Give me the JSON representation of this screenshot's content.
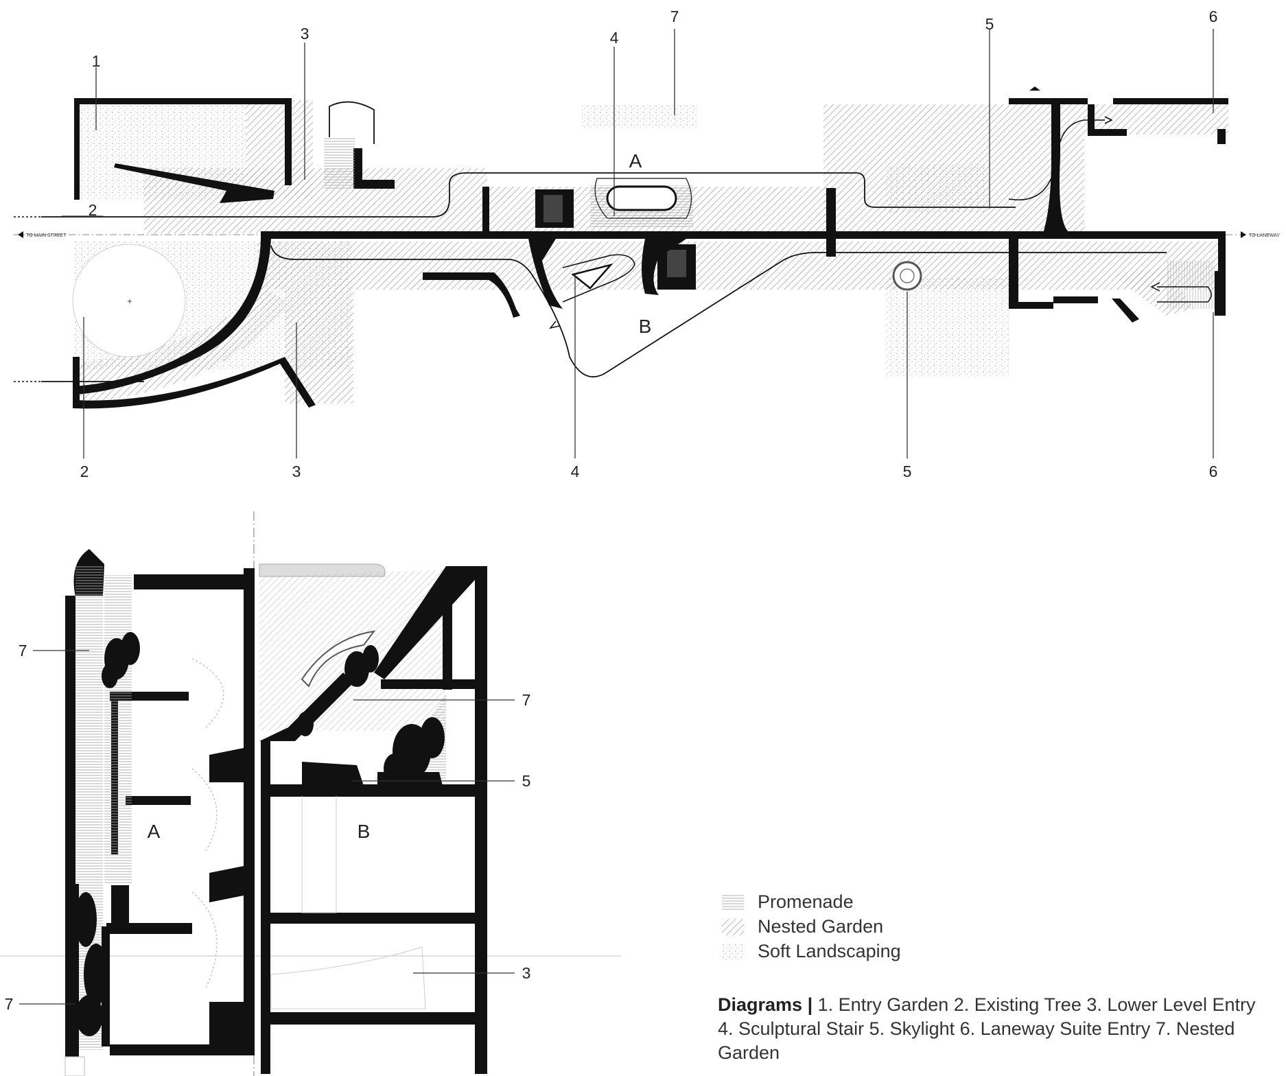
{
  "plan_labels": {
    "n1": "1",
    "n2": "2",
    "n3": "3",
    "n4": "4",
    "n5": "5",
    "n6": "6",
    "n7": "7",
    "route_a": "A",
    "route_b": "B",
    "to_main_street": "TO MAIN STREET",
    "to_laneway": "TO LANEWAY"
  },
  "section_labels": {
    "n7": "7",
    "n5": "5",
    "n3": "3",
    "unit_a": "A",
    "unit_b": "B"
  },
  "legend": [
    {
      "label": "Promenade",
      "pattern": "horizontal-lines"
    },
    {
      "label": "Nested Garden",
      "pattern": "diagonal-hatch"
    },
    {
      "label": "Soft Landscaping",
      "pattern": "stipple"
    }
  ],
  "caption": {
    "title": "Diagrams",
    "separator": "|",
    "text": "1. Entry Garden 2. Existing Tree 3. Lower Level Entry 4. Sculptural Stair 5. Skylight 6. Laneway Suite Entry 7. Nested Garden"
  },
  "colors": {
    "wall": "#111111",
    "hatch": "#9a9a9a",
    "stipple": "#b8b8b8",
    "line": "#222222"
  }
}
